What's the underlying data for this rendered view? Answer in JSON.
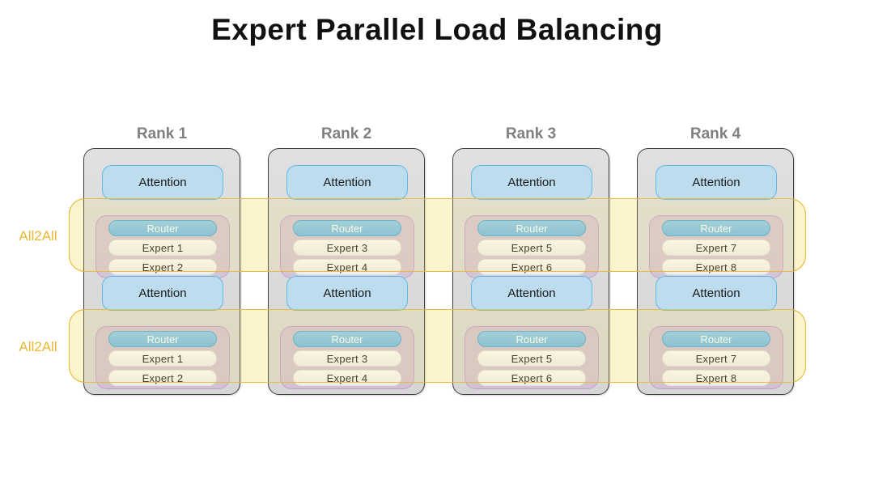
{
  "title": "Expert Parallel Load Balancing",
  "colors": {
    "background": "#ffffff",
    "title_text": "#111111",
    "rank_label": "#808080",
    "rank_box_fill": "#dcdcdc",
    "rank_box_border": "#3f3f3f",
    "attention_fill": "#bddced",
    "attention_border": "#63b8e8",
    "moe_fill": "#cdaacd",
    "moe_border": "#c49dd0",
    "router_fill": "#72bbe8",
    "router_border": "#4aa8e0",
    "router_text": "#ffffff",
    "expert_fill": "#f4f4f4",
    "expert_border": "#e2e2e2",
    "all2all_band_fill": "#f7e278",
    "all2all_band_border": "#e8b93d",
    "all2all_text": "#eab930"
  },
  "all2all_bands": [
    {
      "label": "All2All"
    },
    {
      "label": "All2All"
    }
  ],
  "ranks": [
    {
      "title": "Rank 1",
      "layers": [
        {
          "attention": "Attention",
          "router": "Router",
          "experts": [
            "Expert 1",
            "Expert 2"
          ]
        },
        {
          "attention": "Attention",
          "router": "Router",
          "experts": [
            "Expert 1",
            "Expert 2"
          ]
        }
      ]
    },
    {
      "title": "Rank 2",
      "layers": [
        {
          "attention": "Attention",
          "router": "Router",
          "experts": [
            "Expert 3",
            "Expert 4"
          ]
        },
        {
          "attention": "Attention",
          "router": "Router",
          "experts": [
            "Expert 3",
            "Expert 4"
          ]
        }
      ]
    },
    {
      "title": "Rank 3",
      "layers": [
        {
          "attention": "Attention",
          "router": "Router",
          "experts": [
            "Expert 5",
            "Expert 6"
          ]
        },
        {
          "attention": "Attention",
          "router": "Router",
          "experts": [
            "Expert 5",
            "Expert 6"
          ]
        }
      ]
    },
    {
      "title": "Rank 4",
      "layers": [
        {
          "attention": "Attention",
          "router": "Router",
          "experts": [
            "Expert 7",
            "Expert 8"
          ]
        },
        {
          "attention": "Attention",
          "router": "Router",
          "experts": [
            "Expert 7",
            "Expert 8"
          ]
        }
      ]
    }
  ]
}
